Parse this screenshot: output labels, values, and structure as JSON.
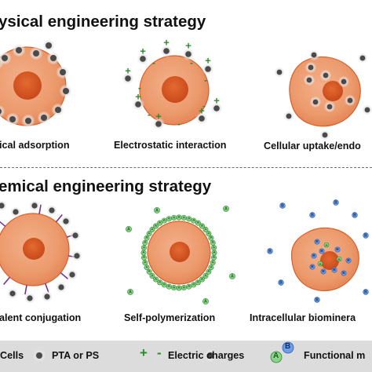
{
  "sections": [
    {
      "title": "ysical engineering strategy",
      "panels": [
        {
          "caption": "ical adsorption"
        },
        {
          "caption": "Electrostatic interaction"
        },
        {
          "caption": "Cellular uptake/endo"
        }
      ]
    },
    {
      "title": "emical engineering strategy",
      "panels": [
        {
          "caption": "alent conjugation"
        },
        {
          "caption": "Self-polymerization"
        },
        {
          "caption": "Intracellular biominera"
        }
      ]
    }
  ],
  "glyphs": {
    "plus": "+",
    "minus": "-",
    "functional_a": "A",
    "functional_b": "B"
  },
  "legend": {
    "cells": "Cells",
    "particles": "PTA or PS",
    "charges_plus": "+",
    "charges_minus": "-",
    "charges": "Electric charges",
    "functional_b": "B",
    "functional_a": "A",
    "functional": "Functional m"
  },
  "colors": {
    "cell_fill": "#ec9a6c",
    "cell_edge": "#d8602c",
    "nucleus": "#d5541f",
    "particle": "#4a4a4a",
    "plus_minus": "#2d8a2d",
    "functional_a": "#8cd28c",
    "functional_b": "#6f9ee6",
    "linker": "#7a2f8f",
    "legend_bg": "#dcdcdc"
  }
}
